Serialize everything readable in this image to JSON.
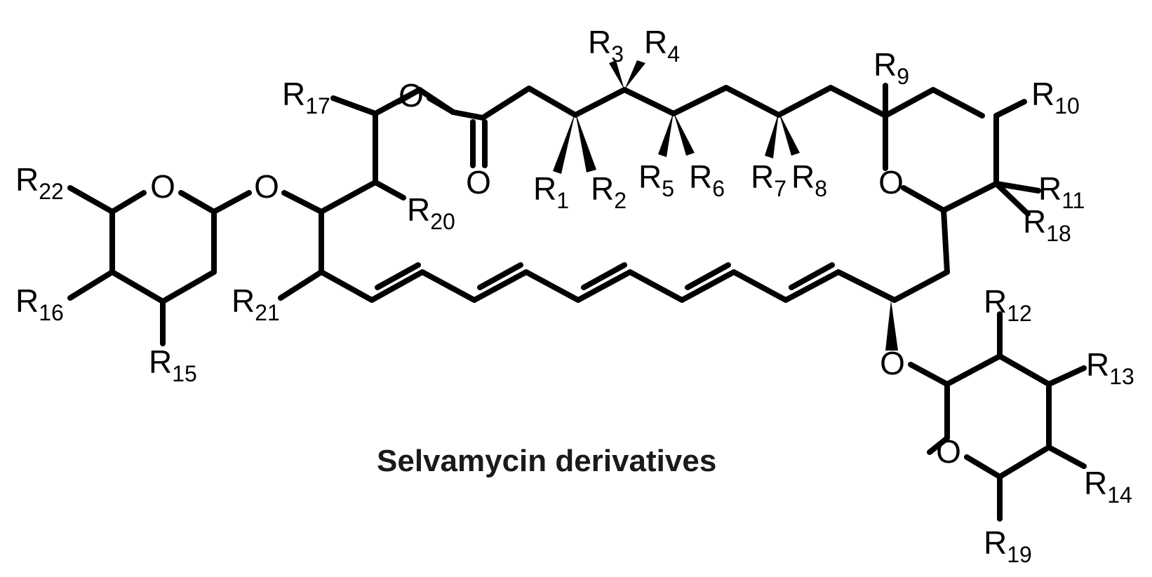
{
  "caption": "Selvamycin derivatives",
  "atom_label": "O",
  "r_groups": [
    {
      "id": "r1",
      "base": "R",
      "sub": "1"
    },
    {
      "id": "r2",
      "base": "R",
      "sub": "2"
    },
    {
      "id": "r3",
      "base": "R",
      "sub": "3"
    },
    {
      "id": "r4",
      "base": "R",
      "sub": "4"
    },
    {
      "id": "r5",
      "base": "R",
      "sub": "5"
    },
    {
      "id": "r6",
      "base": "R",
      "sub": "6"
    },
    {
      "id": "r7",
      "base": "R",
      "sub": "7"
    },
    {
      "id": "r8",
      "base": "R",
      "sub": "8"
    },
    {
      "id": "r9",
      "base": "R",
      "sub": "9"
    },
    {
      "id": "r10",
      "base": "R",
      "sub": "10"
    },
    {
      "id": "r11",
      "base": "R",
      "sub": "11"
    },
    {
      "id": "r12",
      "base": "R",
      "sub": "12"
    },
    {
      "id": "r13",
      "base": "R",
      "sub": "13"
    },
    {
      "id": "r14",
      "base": "R",
      "sub": "14"
    },
    {
      "id": "r15",
      "base": "R",
      "sub": "15"
    },
    {
      "id": "r16",
      "base": "R",
      "sub": "16"
    },
    {
      "id": "r17",
      "base": "R",
      "sub": "17"
    },
    {
      "id": "r18",
      "base": "R",
      "sub": "18"
    },
    {
      "id": "r19",
      "base": "R",
      "sub": "19"
    },
    {
      "id": "r20",
      "base": "R",
      "sub": "20"
    },
    {
      "id": "r21",
      "base": "R",
      "sub": "21"
    },
    {
      "id": "r22",
      "base": "R",
      "sub": "22"
    }
  ]
}
